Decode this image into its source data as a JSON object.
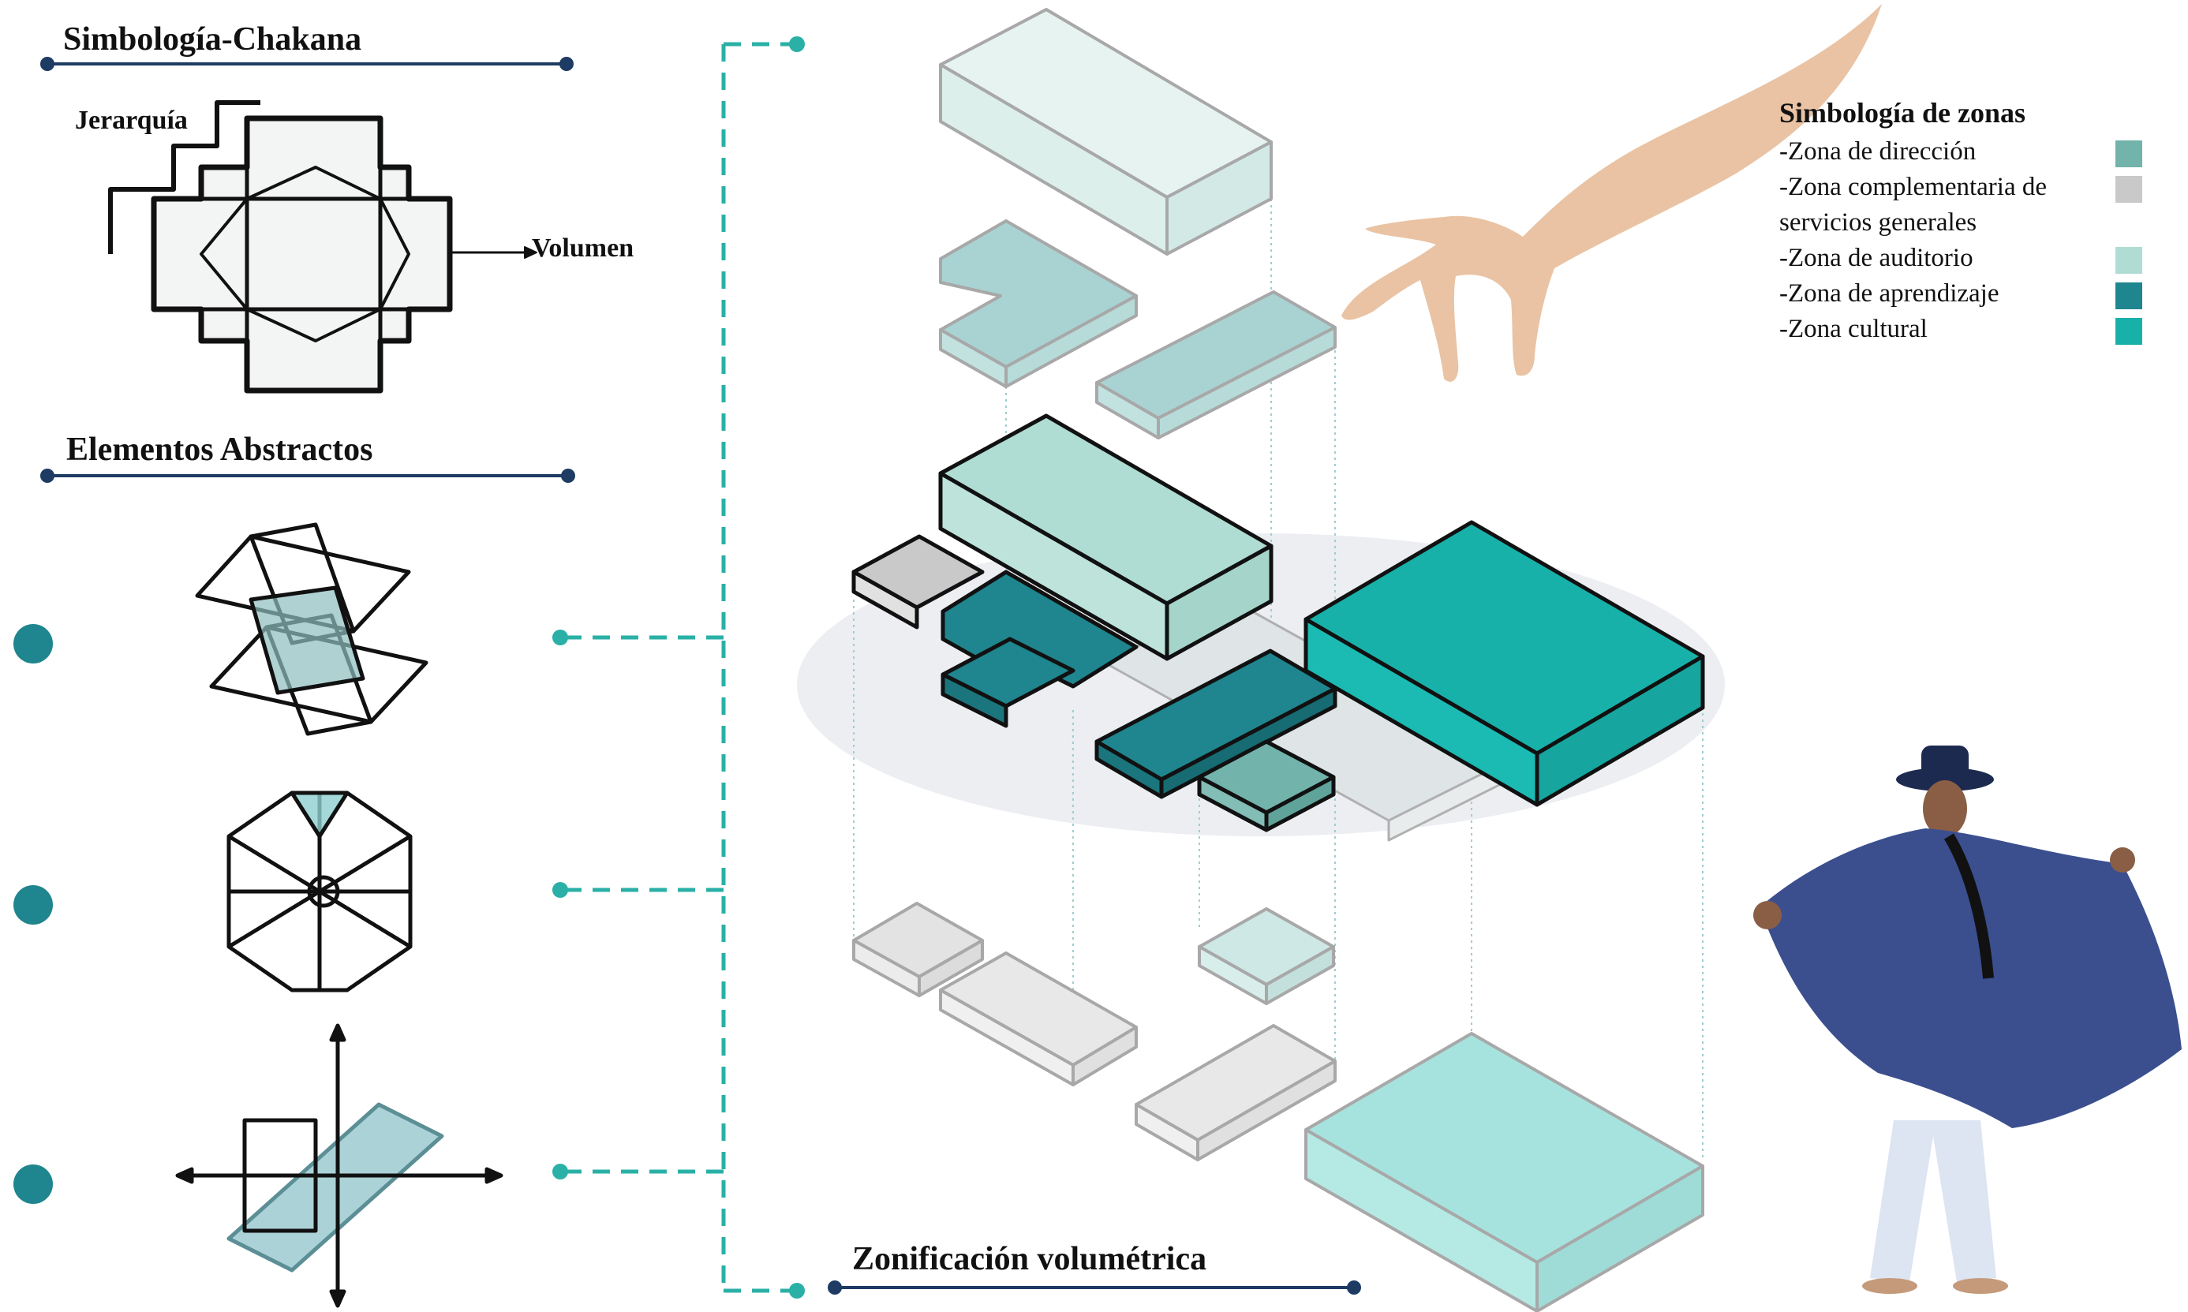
{
  "titles": {
    "chakana": "Simbología-Chakana",
    "abstract": "Elementos Abstractos",
    "zonification": "Zonificación volumétrica"
  },
  "chakana_labels": {
    "hierarchy": "Jerarquía",
    "volume": "Volumen"
  },
  "legend": {
    "title": "Simbología de zonas",
    "items": [
      {
        "label": "-Zona de dirección",
        "color": "#72b3ab"
      },
      {
        "label": "-Zona complementaria de servicios generales",
        "color": "#c9c9c9"
      },
      {
        "label": "-Zona de auditorio",
        "color": "#afdcd3"
      },
      {
        "label": "-Zona de aprendizaje",
        "color": "#1f858e"
      },
      {
        "label": "-Zona cultural",
        "color": "#18b1aa"
      }
    ]
  },
  "colors": {
    "navy": "#1d3b63",
    "teal_dash": "#2ab0a6",
    "bullet": "#1f858e",
    "shadow": "#eceef2"
  }
}
